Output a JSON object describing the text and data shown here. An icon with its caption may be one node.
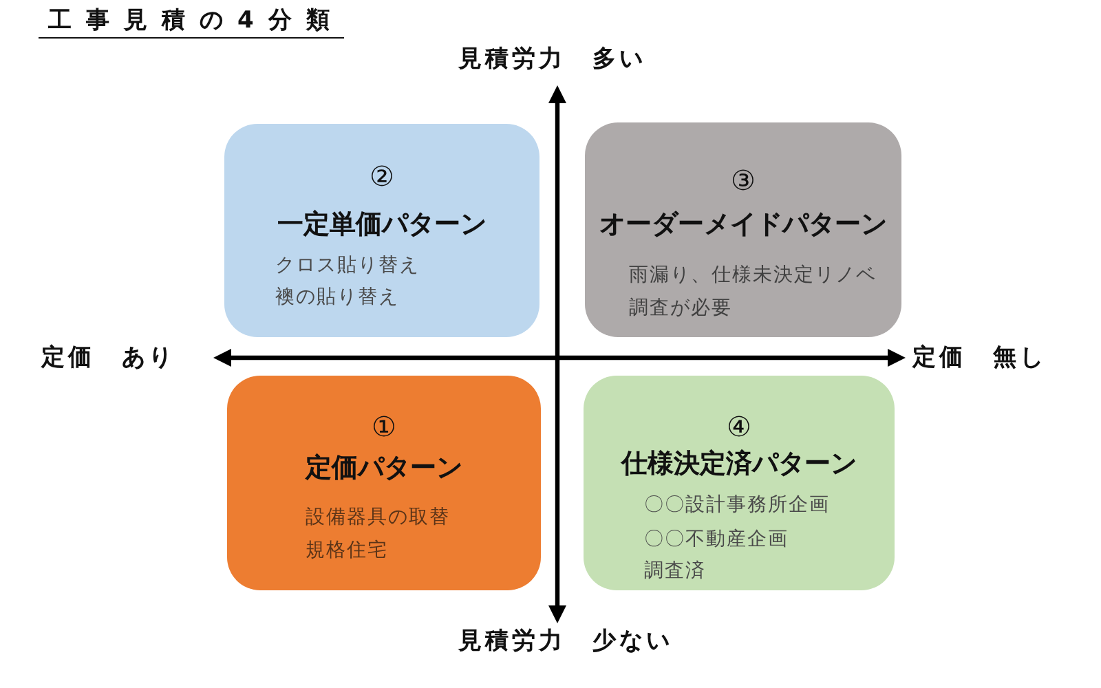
{
  "diagram": {
    "title": "工事見積の4分類",
    "nodes": [
      {
        "text": [
          "②",
          "一定単価パターン",
          "クロス貼り替え",
          "襖の貼り替え"
        ]
      },
      {
        "text": [
          "③",
          "オーダーメイドパターン",
          "雨漏り、仕様未決定リノベ",
          "調査が必要"
        ]
      },
      {
        "text": [
          "①",
          "定価パターン",
          "設備器具の取替",
          "規格住宅"
        ]
      },
      {
        "text": [
          "④",
          "仕様決定済パターン",
          "〇〇設計事務所企画",
          "〇〇不動産企画",
          "調査済"
        ]
      }
    ],
    "labels": [
      "見積労力　多い",
      "定価　あり",
      "定価　無し",
      "見積労力　少ない"
    ]
  }
}
